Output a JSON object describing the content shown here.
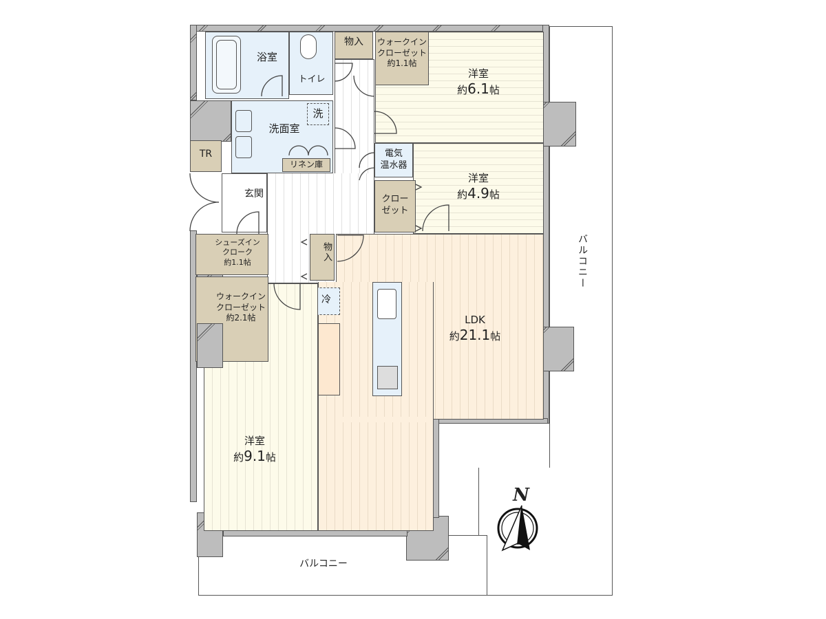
{
  "rooms": {
    "bath": {
      "name": "浴室"
    },
    "toilet": {
      "name": "トイレ"
    },
    "storage_top": {
      "name": "物入"
    },
    "wic_top": {
      "line1": "ウォークイン",
      "line2": "クローゼット",
      "area": "約1.1帖"
    },
    "western_1": {
      "name": "洋室",
      "area_prefix": "約",
      "area_value": "6.1",
      "area_unit": "帖"
    },
    "washroom": {
      "name": "洗面室"
    },
    "washer": {
      "name": "洗"
    },
    "linen": {
      "name": "リネン庫"
    },
    "water_heater": {
      "line1": "電気",
      "line2": "温水器"
    },
    "western_2": {
      "name": "洋室",
      "area_prefix": "約",
      "area_value": "4.9",
      "area_unit": "帖"
    },
    "closet": {
      "line1": "クロー",
      "line2": "ゼット"
    },
    "tr": {
      "name": "TR"
    },
    "entrance": {
      "name": "玄関"
    },
    "shoes_cloak": {
      "line1": "シューズイン",
      "line2": "クローク",
      "area": "約1.1帖"
    },
    "storage_mid": {
      "name": "物入"
    },
    "fridge": {
      "name": "冷"
    },
    "wic_left": {
      "line1": "ウォークイン",
      "line2": "クローゼット",
      "area": "約2.1帖"
    },
    "ldk": {
      "name": "LDK",
      "area_prefix": "約",
      "area_value": "21.1",
      "area_unit": "帖"
    },
    "western_3": {
      "name": "洋室",
      "area_prefix": "約",
      "area_value": "9.1",
      "area_unit": "帖"
    }
  },
  "balconies": {
    "east": {
      "name": "バルコニー"
    },
    "south": {
      "name": "バルコニー"
    }
  },
  "compass": {
    "label": "N"
  },
  "colors": {
    "wall": "#bdbdbd",
    "wet_area": "#e6f1fa",
    "storage": "#d9cfb6",
    "western_floor": "#fdfbea",
    "ldk_floor": "#fdf0de",
    "outline": "#555555"
  }
}
